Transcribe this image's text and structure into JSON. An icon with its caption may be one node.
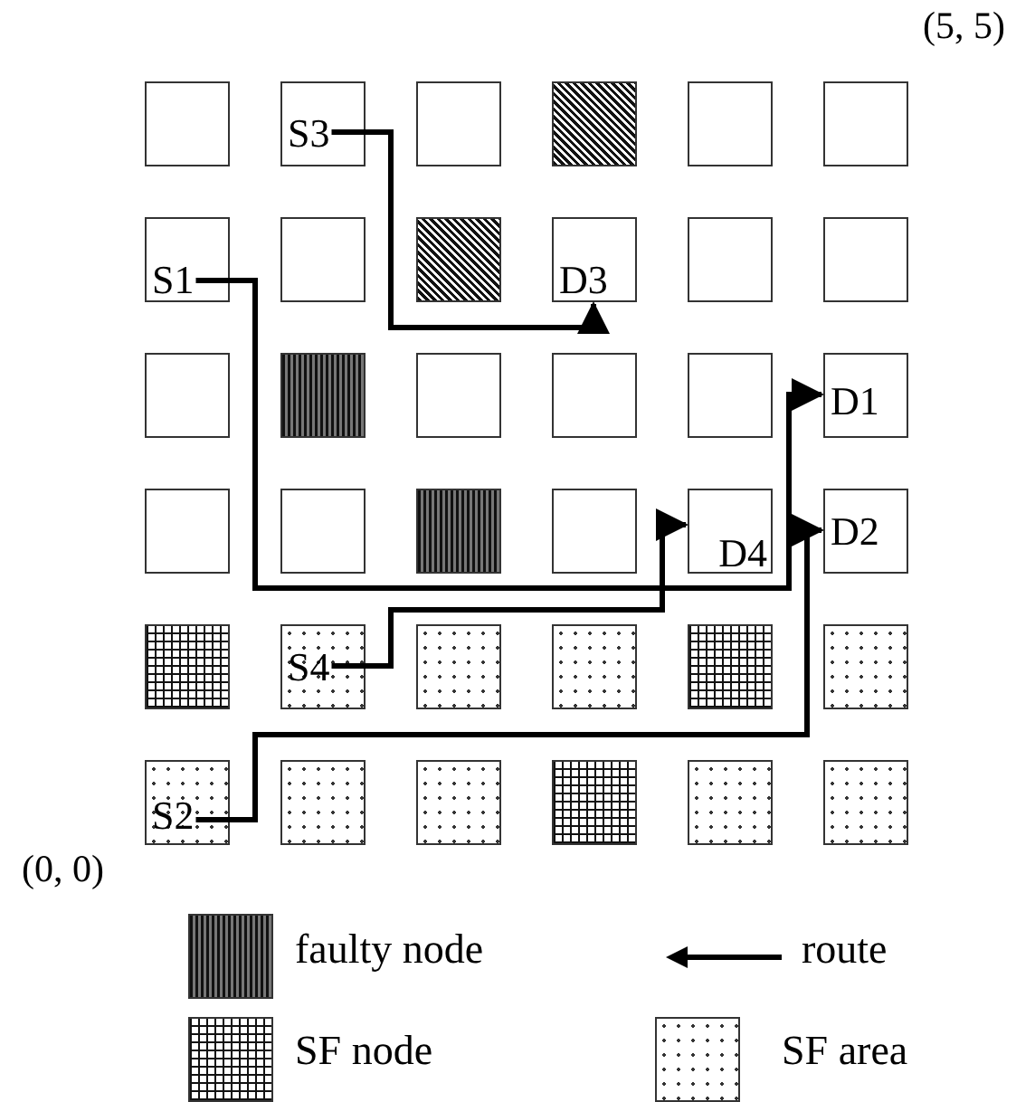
{
  "diagram": {
    "nodes": [
      {
        "text": [],
        "shape": "box"
      },
      {
        "text": [
          "S3"
        ]
      },
      {
        "text": [],
        "shape": "box"
      },
      {
        "text": [],
        "shape": "box"
      },
      {
        "text": [],
        "shape": "box"
      },
      {
        "text": [],
        "shape": "box"
      },
      {
        "text": [
          "S1"
        ]
      },
      {
        "text": [],
        "shape": "box"
      },
      {
        "text": [],
        "shape": "box"
      },
      {
        "text": [
          "D3"
        ]
      },
      {
        "text": [],
        "shape": "box"
      },
      {
        "text": [],
        "shape": "box"
      },
      {
        "text": [],
        "shape": "box"
      },
      {
        "text": [],
        "shape": "box"
      },
      {
        "text": [],
        "shape": "box"
      },
      {
        "text": [],
        "shape": "box"
      },
      {
        "text": [],
        "shape": "box"
      },
      {
        "text": [
          "D1"
        ]
      },
      {
        "text": [],
        "shape": "box"
      },
      {
        "text": [],
        "shape": "box"
      },
      {
        "text": [],
        "shape": "box"
      },
      {
        "text": [],
        "shape": "box"
      },
      {
        "text": [
          "D4"
        ]
      },
      {
        "text": [
          "D2"
        ]
      },
      {
        "text": [],
        "shape": "box"
      },
      {
        "text": [
          "S4"
        ]
      },
      {
        "text": [],
        "shape": "box"
      },
      {
        "text": [],
        "shape": "box"
      },
      {
        "text": [],
        "shape": "box"
      },
      {
        "text": [],
        "shape": "box"
      },
      {
        "text": [
          "S2"
        ]
      },
      {
        "text": [],
        "shape": "box"
      },
      {
        "text": [],
        "shape": "box"
      },
      {
        "text": [],
        "shape": "box"
      },
      {
        "text": [],
        "shape": "box"
      },
      {
        "text": [],
        "shape": "box"
      }
    ],
    "edges": [
      {
        "from": 6,
        "to": 17,
        "arrow": "to"
      },
      {
        "from": 1,
        "to": 9,
        "arrow": "to"
      },
      {
        "from": 25,
        "to": 22,
        "arrow": "to"
      },
      {
        "from": 30,
        "to": 23,
        "arrow": "to"
      }
    ],
    "labels": [
      "(5, 5)",
      "(0, 0)"
    ],
    "legend": [
      {
        "text": "faulty node"
      },
      {
        "text": "route"
      },
      {
        "text": "SF node"
      },
      {
        "text": "SF area"
      }
    ]
  }
}
